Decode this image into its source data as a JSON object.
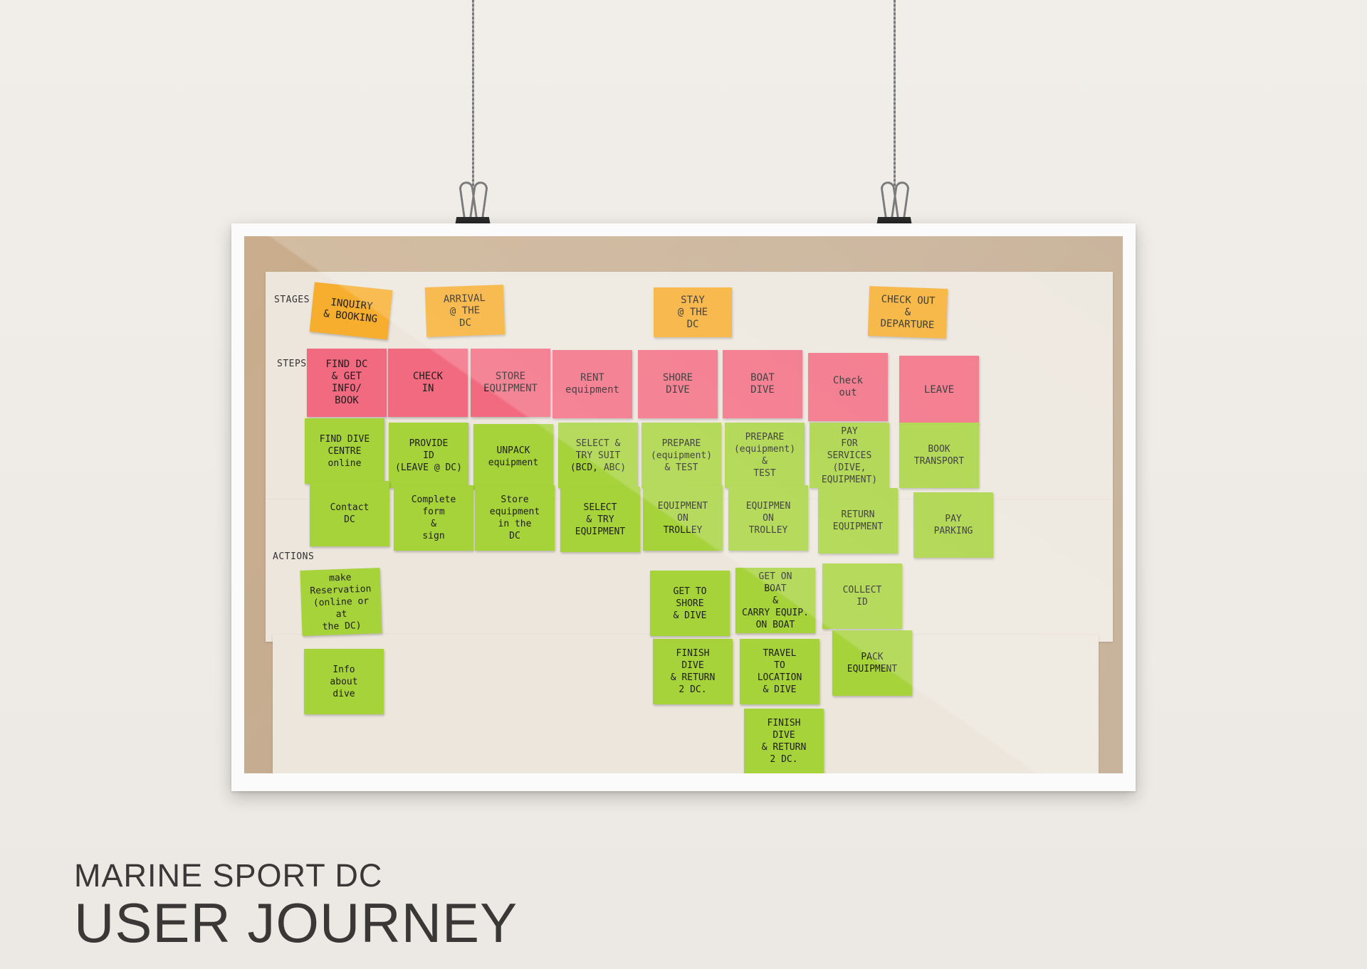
{
  "caption": {
    "subtitle": "MARINE SPORT DC",
    "title": "USER JOURNEY"
  },
  "row_labels": {
    "stages": "STAGES",
    "steps": "STEPS",
    "actions": "ACTIONS"
  },
  "stages": [
    "INQUIRY\n& BOOKING",
    "ARRIVAL\n@ THE\nDC",
    "STAY\n@ THE\nDC",
    "CHECK OUT\n&\nDEPARTURE"
  ],
  "steps": [
    "FIND DC\n& GET\nINFO/\nBOOK",
    "CHECK\nIN",
    "STORE\nEQUIPMENT",
    "RENT\nequipment",
    "SHORE\nDIVE",
    "BOAT\nDIVE",
    "Check\nout",
    "LEAVE"
  ],
  "actions": [
    "FIND DIVE\nCENTRE\nonline",
    "PROVIDE\nID\n(LEAVE @ DC)",
    "UNPACK\nequipment",
    "SELECT &\nTRY SUIT\n(BCD, ABC)",
    "PREPARE\n(equipment)\n& TEST",
    "PREPARE\n(equipment)\n&\nTEST",
    "PAY\nFOR\nSERVICES\n(DIVE, EQUIPMENT)",
    "BOOK\nTRANSPORT",
    "Contact\nDC",
    "Complete\nform\n&\nsign",
    "Store\nequipment\nin the\nDC",
    "SELECT\n& TRY\nEQUIPMENT",
    "EQUIPMENT\nON\nTROLLEY",
    "EQUIPMEN\nON\nTROLLEY",
    "RETURN\nEQUIPMENT",
    "PAY\nPARKING",
    "make\nReservation\n(online or at\nthe DC)",
    "GET TO\nSHORE\n& DIVE",
    "GET ON\nBOAT\n&\nCARRY EQUIP.\nON BOAT",
    "COLLECT\nID",
    "Info\nabout\ndive",
    "FINISH\nDIVE\n& RETURN\n2 DC.",
    "TRAVEL\nTO\nLOCATION\n& DIVE",
    "PACK\nEQUIPMENT",
    "FINISH\nDIVE\n& RETURN\n2 DC."
  ],
  "colors": {
    "stage_note": "#f7ad2d",
    "step_note": "#f26a7f",
    "action_note": "#a6d23a"
  }
}
